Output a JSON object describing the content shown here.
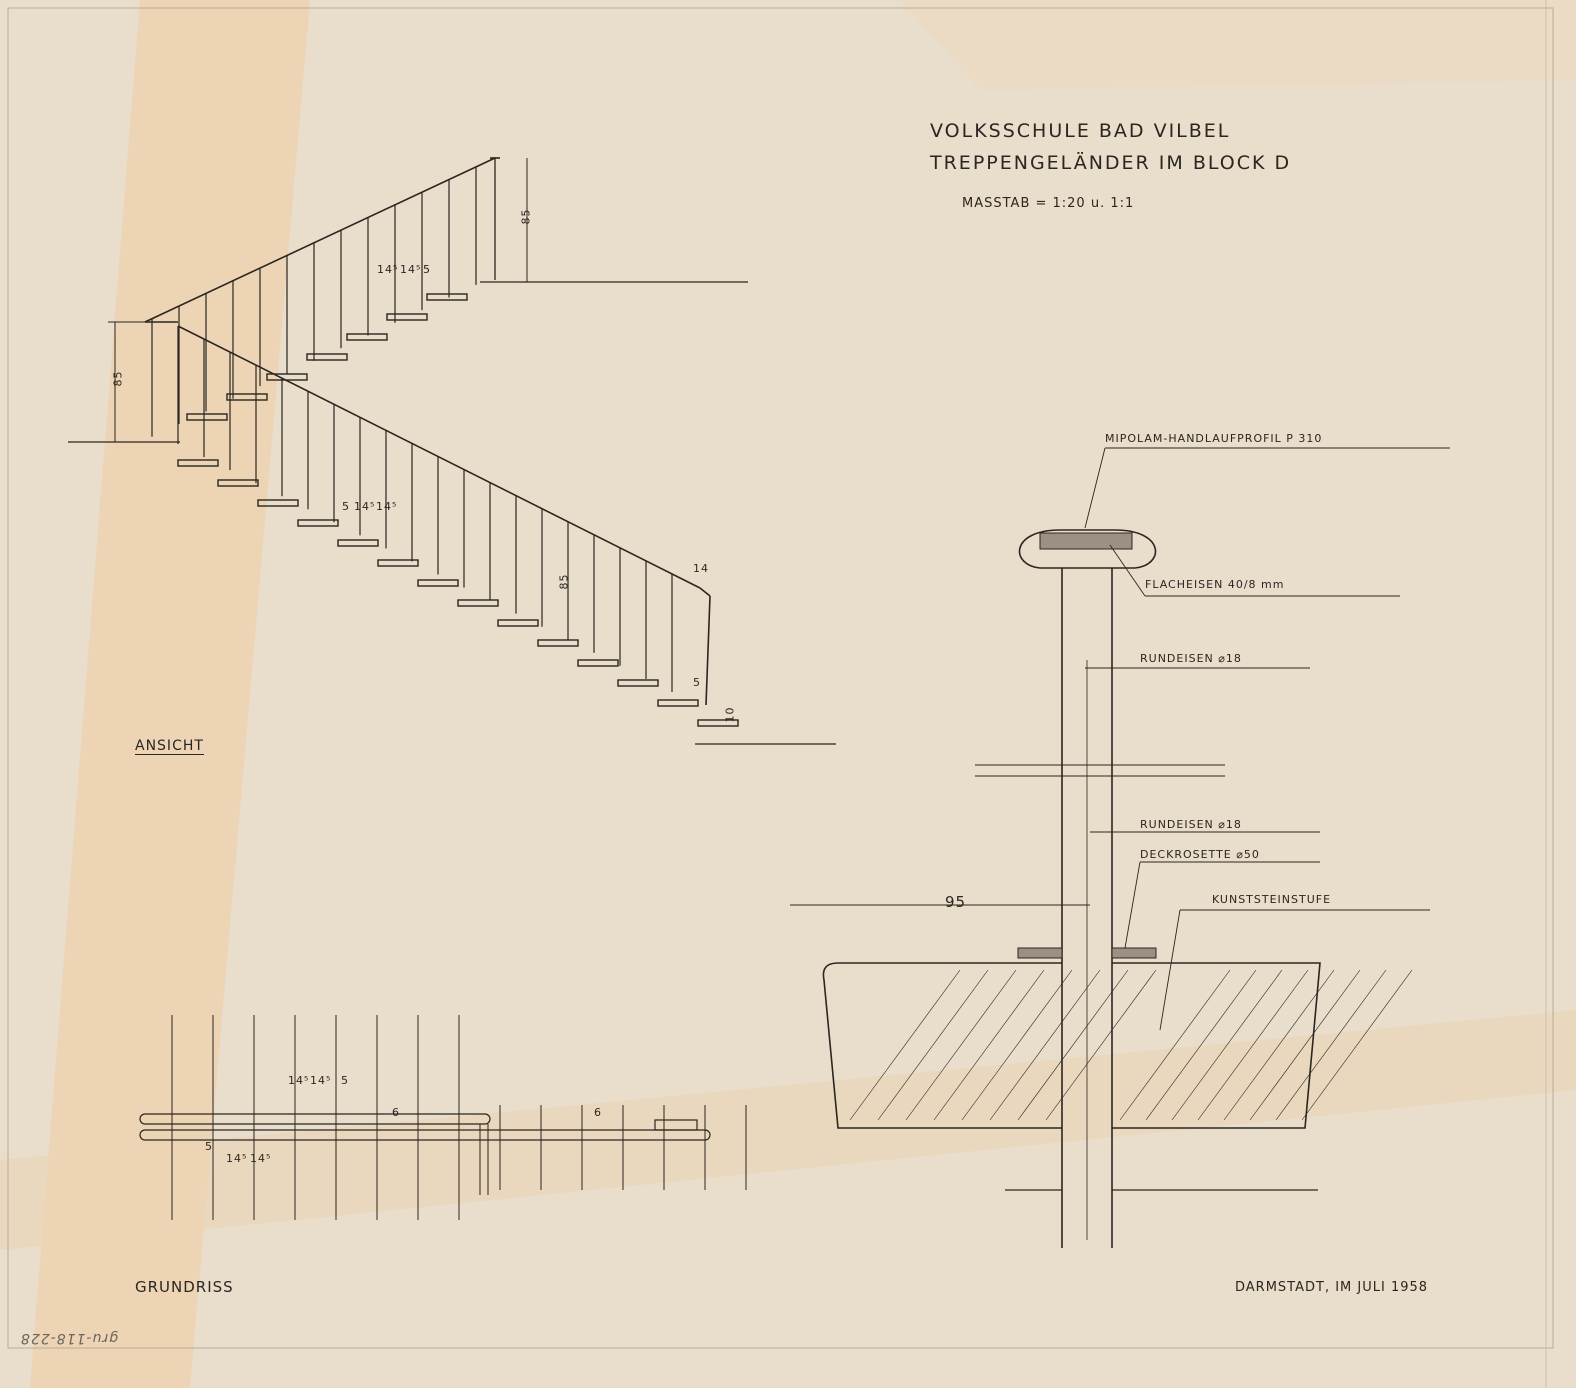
{
  "title": {
    "line1": "VOLKSSCHULE BAD VILBEL",
    "line2": "TREPPENGELÄNDER IM BLOCK D",
    "scale": "MASSTAB = 1:20 u. 1:1"
  },
  "views": {
    "elevation": "ANSICHT",
    "plan": "GRUNDRISS"
  },
  "detail_labels": {
    "handrail": "MIPOLAM-HANDLAUFPROFIL P 310",
    "flat_iron": "FLACHEISEN 40/8 mm",
    "round_iron_1": "RUNDEISEN ⌀18",
    "round_iron_2": "RUNDEISEN ⌀18",
    "rosette": "DECKROSETTE ⌀50",
    "step": "KUNSTSTEINSTUFE",
    "dim_95": "95"
  },
  "elevation_dims": {
    "h_upper": "85",
    "h_lower": "85",
    "h_mid": "85",
    "d_14": "14",
    "d_5": "5",
    "d_10": "10",
    "sp_upper": [
      "14⁵",
      "14⁵",
      "5"
    ],
    "sp_mid": [
      "5",
      "14⁵",
      "14⁵"
    ]
  },
  "plan_dims": {
    "top": [
      "14⁵",
      "14⁵",
      "5"
    ],
    "bottom": [
      "5",
      "14⁵",
      "14⁵"
    ],
    "v1": "6",
    "v2": "6"
  },
  "footer": {
    "place_date": "DARMSTADT, IM JULI 1958",
    "archive_no": "gru-118-228"
  },
  "colors": {
    "paper": "#e9ddcc",
    "ink": "#2a2620",
    "stain": "#f2c48a"
  }
}
